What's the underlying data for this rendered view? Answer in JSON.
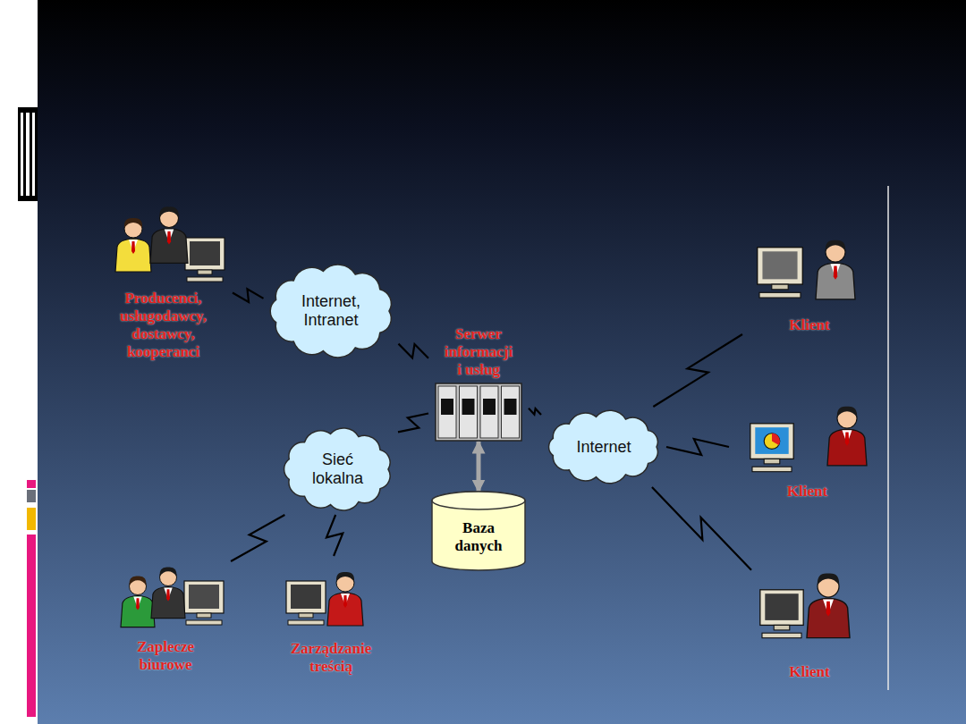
{
  "diagram": {
    "nodes": [
      {
        "text": [
          "Producenci, usługodawcy, dostawcy, kooperanci"
        ]
      },
      {
        "text": [
          "Klient"
        ]
      },
      {
        "text": [
          "Internet, Intranet"
        ]
      },
      {
        "text": [
          "Serwer informacji i usług"
        ]
      },
      {
        "text": [
          "Sieć lokalna"
        ]
      },
      {
        "text": [
          "Internet"
        ]
      },
      {
        "text": [
          "Klient"
        ]
      },
      {
        "text": [
          "Baza danych"
        ]
      },
      {
        "text": [
          "Zaplecze biurowe"
        ]
      },
      {
        "text": [
          "Zarządzanie treścią"
        ]
      },
      {
        "text": [
          "Klient"
        ]
      }
    ],
    "edges": [
      {
        "from": 0,
        "to": 2,
        "arrow": "none"
      },
      {
        "from": 2,
        "to": 3,
        "arrow": "none"
      },
      {
        "from": 3,
        "to": 5,
        "arrow": "none"
      },
      {
        "from": 4,
        "to": 3,
        "arrow": "none"
      },
      {
        "from": 3,
        "to": 7,
        "arrow": "both"
      },
      {
        "from": 5,
        "to": 1,
        "arrow": "none"
      },
      {
        "from": 5,
        "to": 6,
        "arrow": "none"
      },
      {
        "from": 5,
        "to": 10,
        "arrow": "none"
      },
      {
        "from": 4,
        "to": 8,
        "arrow": "none"
      },
      {
        "from": 4,
        "to": 9,
        "arrow": "none"
      }
    ]
  }
}
